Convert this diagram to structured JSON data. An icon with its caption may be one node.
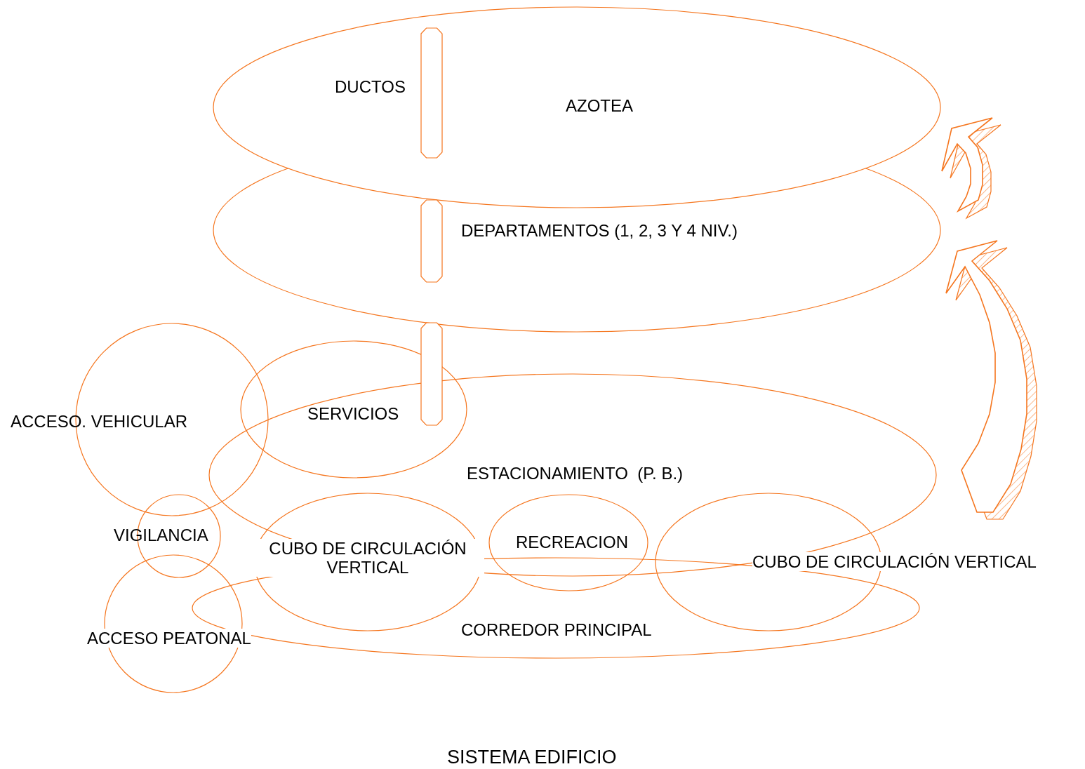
{
  "diagram": {
    "caption": "SISTEMA EDIFICIO",
    "nodes": [
      {
        "text": [
          "AZOTEA"
        ]
      },
      {
        "text": [
          "DUCTOS"
        ]
      },
      {
        "text": [
          "DEPARTAMENTOS (1, 2, 3 Y 4 NIV.)"
        ]
      },
      {
        "text": [
          "ACCESO. VEHICULAR"
        ]
      },
      {
        "text": [
          "SERVICIOS"
        ]
      },
      {
        "text": [
          "ESTACIONAMIENTO  (P. B.)"
        ]
      },
      {
        "text": [
          "VIGILANCIA"
        ]
      },
      {
        "text": [
          "CUBO DE CIRCULACIÓN VERTICAL"
        ]
      },
      {
        "text": [
          "RECREACION"
        ]
      },
      {
        "text": [
          "CUBO DE CIRCULACIÓN VERTICAL"
        ]
      },
      {
        "text": [
          "ACCESO PEATONAL"
        ]
      },
      {
        "text": [
          "CORREDOR PRINCIPAL"
        ]
      }
    ],
    "edges": []
  }
}
